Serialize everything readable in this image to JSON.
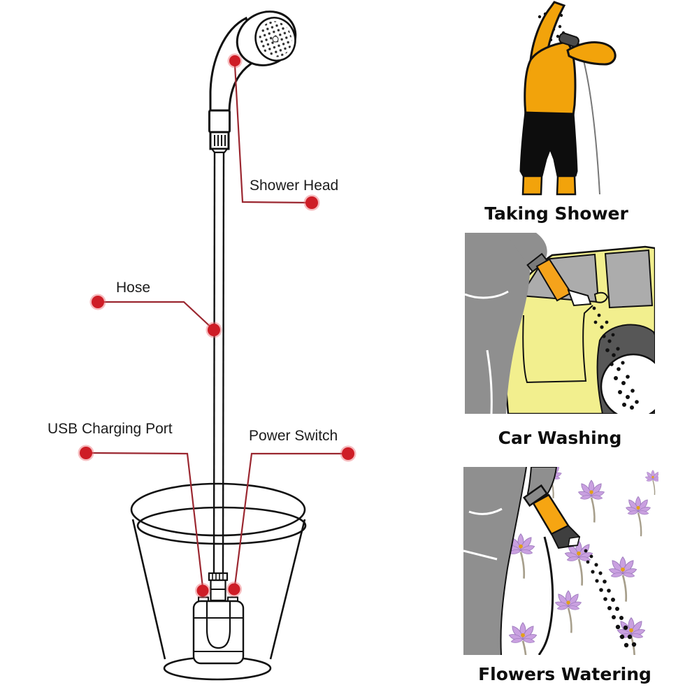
{
  "page": {
    "background": "#ffffff",
    "type": "product-diagram"
  },
  "diagram": {
    "labels": {
      "shower_head": "Shower Head",
      "hose": "Hose",
      "usb_charging_port": "USB Charging Port",
      "power_switch": "Power Switch"
    }
  },
  "illustrations": {
    "taking_shower": {
      "caption": "Taking Shower"
    },
    "car_washing": {
      "caption": "Car Washing"
    },
    "flowers_watering": {
      "caption": "Flowers Watering"
    }
  },
  "colors": {
    "callout_dot": "#ce1d26",
    "callout_dot_halo": "#ea6a70",
    "callout_line": "#9b2730",
    "outline": "#111111",
    "skin_orange": "#F2A30B",
    "car_yellow": "#F2EF8E",
    "window_gray": "#ACACAC",
    "wheel_arch_gray": "#575757",
    "person_gray": "#8F8F8F",
    "flower_purple": "#C9A0E0",
    "flower_center": "#E2A019"
  }
}
